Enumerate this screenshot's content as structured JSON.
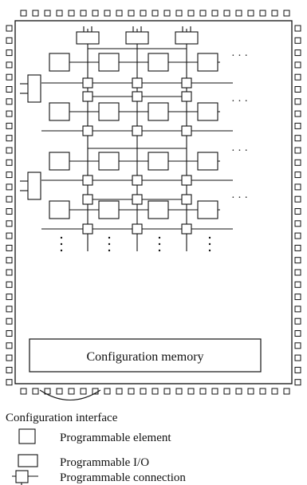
{
  "diagram": {
    "config_memory_label": "Configuration memory",
    "config_interface_label": "Configuration interface",
    "ellipsis": "· · ·",
    "legend": [
      {
        "symbol": "programmable-element-symbol",
        "label": "Programmable element"
      },
      {
        "symbol": "programmable-io-symbol",
        "label": "Programmable I/O"
      },
      {
        "symbol": "programmable-connection-symbol",
        "label": "Programmable connection"
      }
    ]
  }
}
